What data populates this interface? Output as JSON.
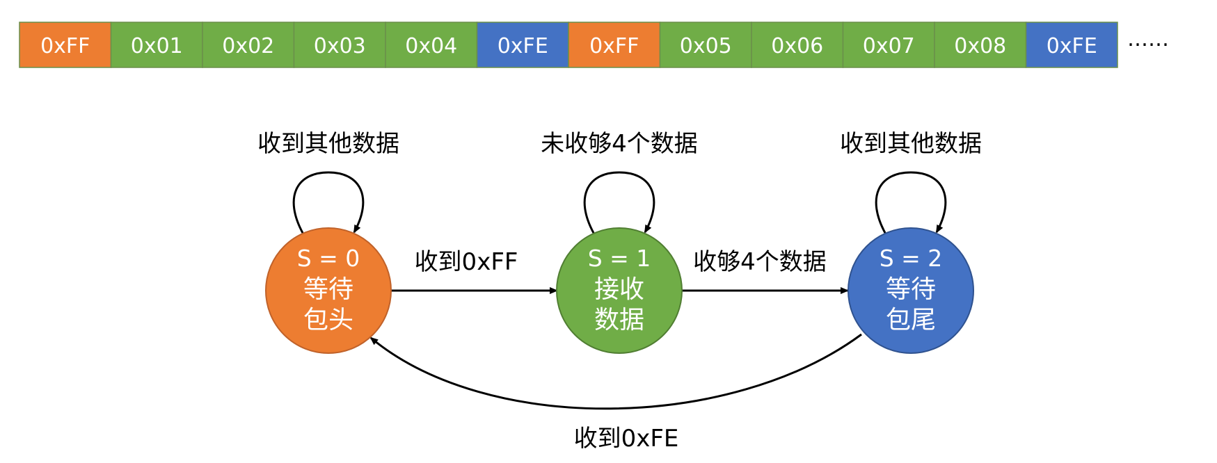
{
  "colors": {
    "orange": "#ED7D31",
    "green": "#70AD47",
    "blue": "#4472C4",
    "cell_border": "#5A7F3A",
    "line": "#000000",
    "state_text": "#FFFFFF"
  },
  "byte_stream": {
    "cells": [
      {
        "text": "0xFF",
        "color": "orange"
      },
      {
        "text": "0x01",
        "color": "green"
      },
      {
        "text": "0x02",
        "color": "green"
      },
      {
        "text": "0x03",
        "color": "green"
      },
      {
        "text": "0x04",
        "color": "green"
      },
      {
        "text": "0xFE",
        "color": "blue"
      },
      {
        "text": "0xFF",
        "color": "orange"
      },
      {
        "text": "0x05",
        "color": "green"
      },
      {
        "text": "0x06",
        "color": "green"
      },
      {
        "text": "0x07",
        "color": "green"
      },
      {
        "text": "0x08",
        "color": "green"
      },
      {
        "text": "0xFE",
        "color": "blue"
      }
    ],
    "ellipsis": "……"
  },
  "states": [
    {
      "id": "s0",
      "lines": [
        "S = 0",
        "等待",
        "包头"
      ],
      "color": "orange",
      "self_loop_label": "收到其他数据"
    },
    {
      "id": "s1",
      "lines": [
        "S = 1",
        "接收",
        "数据"
      ],
      "color": "green",
      "self_loop_label": "未收够4个数据"
    },
    {
      "id": "s2",
      "lines": [
        "S = 2",
        "等待",
        "包尾"
      ],
      "color": "blue",
      "self_loop_label": "收到其他数据"
    }
  ],
  "transitions": [
    {
      "from": "s0",
      "to": "s1",
      "label": "收到0xFF"
    },
    {
      "from": "s1",
      "to": "s2",
      "label": "收够4个数据"
    },
    {
      "from": "s2",
      "to": "s0",
      "label": "收到0xFE"
    }
  ]
}
